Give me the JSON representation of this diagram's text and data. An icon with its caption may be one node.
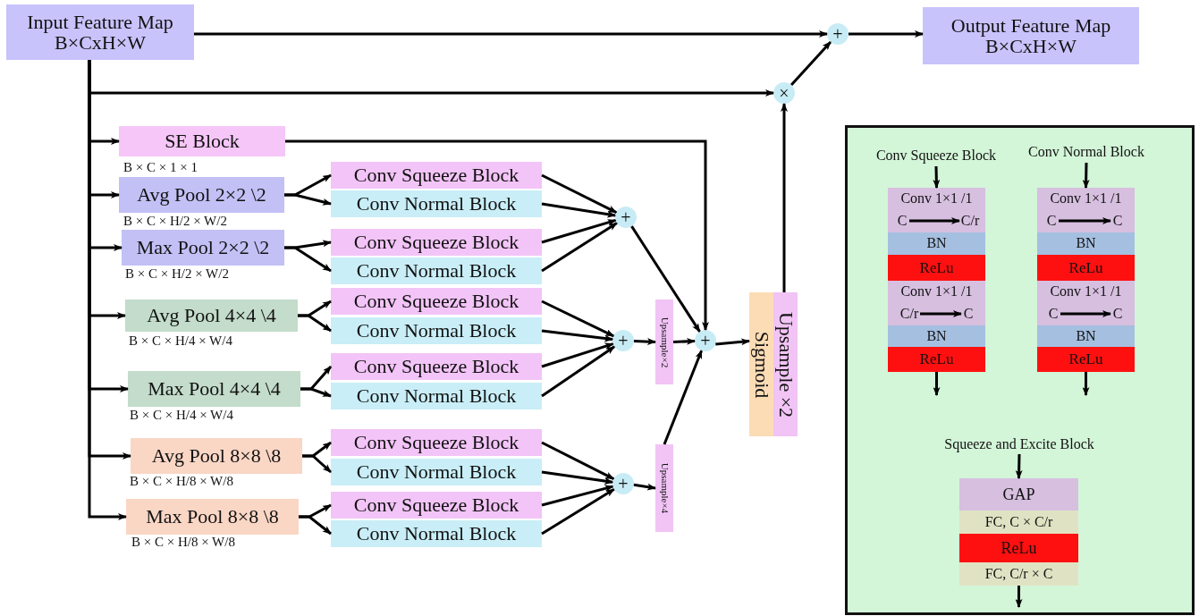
{
  "diagram": {
    "nodes": [
      {
        "text": [
          "Input Feature Map",
          "B×CxH×W"
        ]
      },
      {
        "text": [
          "Output Feature Map",
          "B×CxH×W"
        ]
      },
      {
        "text": [
          "+"
        ]
      },
      {
        "text": [
          "×"
        ]
      },
      {
        "text": [
          "SE Block"
        ],
        "beside": [
          "B × C × 1 × 1"
        ]
      },
      {
        "text": [
          "Avg Pool 2×2 \\2"
        ],
        "beside": [
          "B × C × H/2 × W/2"
        ]
      },
      {
        "text": [
          "Max Pool 2×2 \\2"
        ],
        "beside": [
          "B × C × H/2 × W/2"
        ]
      },
      {
        "text": [
          "Avg Pool 4×4 \\4"
        ],
        "beside": [
          "B × C × H/4 × W/4"
        ]
      },
      {
        "text": [
          "Max Pool 4×4 \\4"
        ],
        "beside": [
          "B × C × H/4 × W/4"
        ]
      },
      {
        "text": [
          "Avg Pool 8×8 \\8"
        ],
        "beside": [
          "B × C × H/8 × W/8"
        ]
      },
      {
        "text": [
          "Max Pool 8×8 \\8"
        ],
        "beside": [
          "B × C × H/8 × W/8"
        ]
      },
      {
        "text": [
          "Conv Squeeze Block"
        ]
      },
      {
        "text": [
          "Conv Normal Block"
        ]
      },
      {
        "text": [
          "Conv Squeeze Block"
        ]
      },
      {
        "text": [
          "Conv Normal Block"
        ]
      },
      {
        "text": [
          "Conv Squeeze Block"
        ]
      },
      {
        "text": [
          "Conv Normal Block"
        ]
      },
      {
        "text": [
          "Conv Squeeze Block"
        ]
      },
      {
        "text": [
          "Conv Normal Block"
        ]
      },
      {
        "text": [
          "Conv Squeeze Block"
        ]
      },
      {
        "text": [
          "Conv Normal Block"
        ]
      },
      {
        "text": [
          "Conv Squeeze Block"
        ]
      },
      {
        "text": [
          "Conv Normal Block"
        ]
      },
      {
        "text": [
          "+"
        ]
      },
      {
        "text": [
          "+"
        ]
      },
      {
        "text": [
          "+"
        ]
      },
      {
        "text": [
          "+"
        ]
      },
      {
        "text": [
          "Upsample×2"
        ]
      },
      {
        "text": [
          "Upsample×4"
        ]
      },
      {
        "text": [
          "Upsample ×2",
          "Sigmoid"
        ]
      },
      {
        "text": [],
        "shape": "box"
      },
      {
        "text": [
          "Conv Squeeze Block"
        ],
        "in": 30
      },
      {
        "text": [
          "Conv 1×1 /1"
        ],
        "in": 30
      },
      {
        "text": [
          "BN"
        ],
        "in": 30
      },
      {
        "text": [
          "ReLu"
        ],
        "in": 30
      },
      {
        "text": [
          "Conv 1×1 /1"
        ],
        "in": 30
      },
      {
        "text": [
          "BN"
        ],
        "in": 30
      },
      {
        "text": [
          "ReLu"
        ],
        "in": 30
      },
      {
        "text": [
          "Conv Normal Block"
        ],
        "in": 30
      },
      {
        "text": [
          "Conv 1×1 /1"
        ],
        "in": 30
      },
      {
        "text": [
          "BN"
        ],
        "in": 30
      },
      {
        "text": [
          "ReLu"
        ],
        "in": 30
      },
      {
        "text": [
          "Conv 1×1 /1"
        ],
        "in": 30
      },
      {
        "text": [
          "BN"
        ],
        "in": 30
      },
      {
        "text": [
          "ReLu"
        ],
        "in": 30
      },
      {
        "text": [
          "Squeeze and Excite Block"
        ],
        "in": 30
      },
      {
        "text": [
          "GAP"
        ],
        "in": 30
      },
      {
        "text": [
          "FC, C × C/r"
        ],
        "in": 30
      },
      {
        "text": [
          "ReLu"
        ],
        "in": 30
      },
      {
        "text": [
          "FC, C/r × C"
        ],
        "in": 30
      },
      {
        "text": [
          "C"
        ],
        "in": 32
      },
      {
        "text": [
          "C/r"
        ],
        "in": 32
      },
      {
        "text": [
          "C/r"
        ],
        "in": 35
      },
      {
        "text": [
          "C"
        ],
        "in": 35
      },
      {
        "text": [
          "C"
        ],
        "in": 39
      },
      {
        "text": [
          "C"
        ],
        "in": 39
      },
      {
        "text": [
          "C"
        ],
        "in": 42
      },
      {
        "text": [
          "C"
        ],
        "in": 42
      }
    ],
    "edges": [
      {
        "from": 0,
        "to": 2,
        "arrow": "to"
      },
      {
        "from": 0,
        "to": 3,
        "arrow": "to"
      },
      {
        "from": 3,
        "to": 2,
        "arrow": "to"
      },
      {
        "from": 2,
        "to": 1,
        "arrow": "to"
      },
      {
        "from": 0,
        "to": 4,
        "arrow": "to"
      },
      {
        "from": 0,
        "to": 5,
        "arrow": "to"
      },
      {
        "from": 0,
        "to": 6,
        "arrow": "to"
      },
      {
        "from": 0,
        "to": 7,
        "arrow": "to"
      },
      {
        "from": 0,
        "to": 8,
        "arrow": "to"
      },
      {
        "from": 0,
        "to": 9,
        "arrow": "to"
      },
      {
        "from": 0,
        "to": 10,
        "arrow": "to"
      },
      {
        "from": 4,
        "to": 26,
        "arrow": "to"
      },
      {
        "from": 5,
        "to": 11,
        "arrow": "to"
      },
      {
        "from": 5,
        "to": 12,
        "arrow": "to"
      },
      {
        "from": 6,
        "to": 13,
        "arrow": "to"
      },
      {
        "from": 6,
        "to": 14,
        "arrow": "to"
      },
      {
        "from": 7,
        "to": 15,
        "arrow": "to"
      },
      {
        "from": 7,
        "to": 16,
        "arrow": "to"
      },
      {
        "from": 8,
        "to": 17,
        "arrow": "to"
      },
      {
        "from": 8,
        "to": 18,
        "arrow": "to"
      },
      {
        "from": 9,
        "to": 19,
        "arrow": "to"
      },
      {
        "from": 9,
        "to": 20,
        "arrow": "to"
      },
      {
        "from": 10,
        "to": 21,
        "arrow": "to"
      },
      {
        "from": 10,
        "to": 22,
        "arrow": "to"
      },
      {
        "from": 11,
        "to": 23,
        "arrow": "to"
      },
      {
        "from": 12,
        "to": 23,
        "arrow": "to"
      },
      {
        "from": 13,
        "to": 23,
        "arrow": "to"
      },
      {
        "from": 14,
        "to": 23,
        "arrow": "to"
      },
      {
        "from": 15,
        "to": 24,
        "arrow": "to"
      },
      {
        "from": 16,
        "to": 24,
        "arrow": "to"
      },
      {
        "from": 17,
        "to": 24,
        "arrow": "to"
      },
      {
        "from": 18,
        "to": 24,
        "arrow": "to"
      },
      {
        "from": 19,
        "to": 25,
        "arrow": "to"
      },
      {
        "from": 20,
        "to": 25,
        "arrow": "to"
      },
      {
        "from": 21,
        "to": 25,
        "arrow": "to"
      },
      {
        "from": 22,
        "to": 25,
        "arrow": "to"
      },
      {
        "from": 23,
        "to": 26,
        "arrow": "to"
      },
      {
        "from": 24,
        "to": 27,
        "arrow": "to"
      },
      {
        "from": 27,
        "to": 26,
        "arrow": "to"
      },
      {
        "from": 25,
        "to": 28,
        "arrow": "to"
      },
      {
        "from": 28,
        "to": 26,
        "arrow": "to"
      },
      {
        "from": 26,
        "to": 29,
        "arrow": "to"
      },
      {
        "from": 29,
        "to": 3,
        "arrow": "to"
      },
      {
        "from": 31,
        "to": 32,
        "arrow": "to"
      },
      {
        "from": 37,
        "to": null,
        "arrow": "to"
      },
      {
        "from": 38,
        "to": 39,
        "arrow": "to"
      },
      {
        "from": 44,
        "to": null,
        "arrow": "to"
      },
      {
        "from": 45,
        "to": 46,
        "arrow": "to"
      },
      {
        "from": 49,
        "to": null,
        "arrow": "to"
      },
      {
        "from": 50,
        "to": 51,
        "arrow": "to"
      },
      {
        "from": 52,
        "to": 53,
        "arrow": "to"
      },
      {
        "from": 54,
        "to": 55,
        "arrow": "to"
      },
      {
        "from": 56,
        "to": 57,
        "arrow": "to"
      }
    ]
  }
}
